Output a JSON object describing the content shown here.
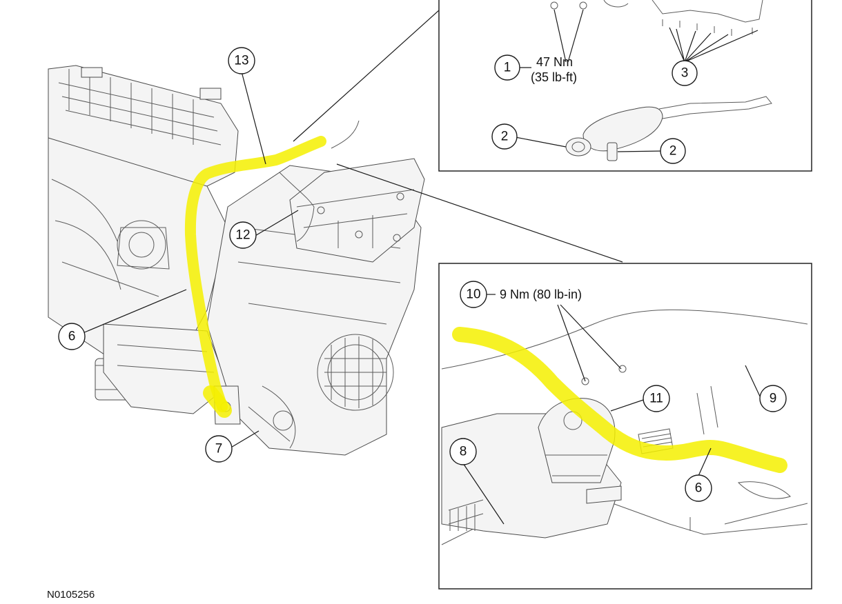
{
  "figure_id": "N0105256",
  "callouts": {
    "c1": "1",
    "c2a": "2",
    "c2b": "2",
    "c3": "3",
    "c6a": "6",
    "c6b": "6",
    "c7": "7",
    "c8": "8",
    "c9": "9",
    "c10": "10",
    "c11": "11",
    "c12": "12",
    "c13": "13"
  },
  "specs": {
    "torque_1_metric": "47 Nm",
    "torque_1_imperial": "(35 lb-ft)",
    "torque_10": "9 Nm (80 lb-in)"
  },
  "colors": {
    "highlight": "#f5f000",
    "linework": "#1a1a1a",
    "background": "#ffffff"
  }
}
